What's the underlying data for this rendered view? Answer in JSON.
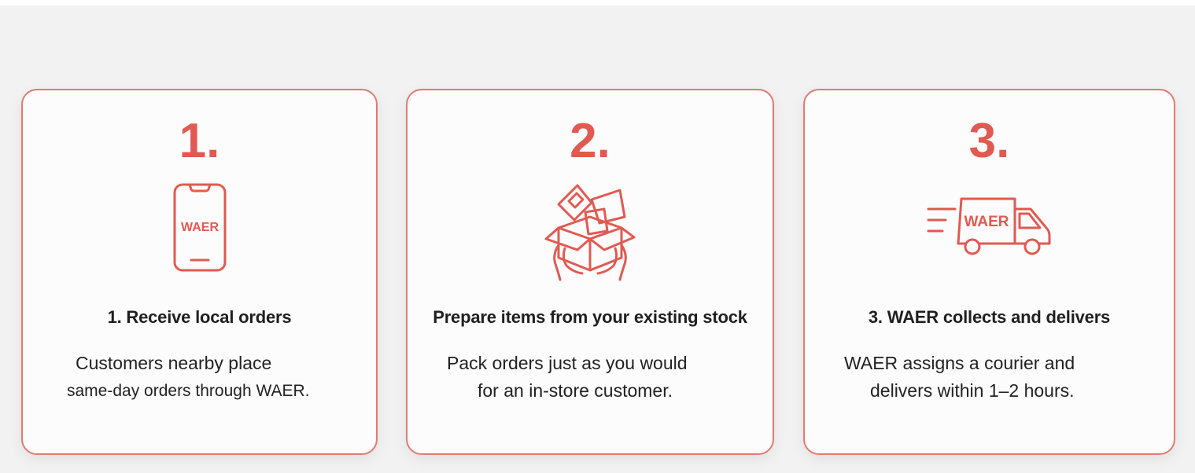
{
  "steps": [
    {
      "number": "1.",
      "icon": "phone-icon",
      "icon_text": "WAER",
      "title": "1. Receive local orders",
      "desc_line1": "Customers nearby place",
      "desc_line2": "same-day orders through WAER."
    },
    {
      "number": "2.",
      "icon": "box-hands-icon",
      "title": "Prepare items from your existing stock",
      "desc_line1": "Pack orders just as you would",
      "desc_line2": "for an in-store customer."
    },
    {
      "number": "3.",
      "icon": "delivery-truck-icon",
      "icon_text": "WAER",
      "title": "3. WAER collects and delivers",
      "desc_line1": "WAER assigns a courier and",
      "desc_line2": "delivers within 1–2 hours."
    }
  ],
  "colors": {
    "accent": "#e05a52",
    "border": "#e07a72",
    "background": "#f2f2f2",
    "card": "#fcfcfc",
    "text": "#1f1f1f"
  }
}
